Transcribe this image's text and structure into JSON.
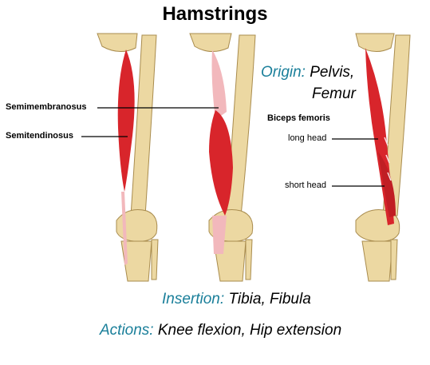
{
  "title": "Hamstrings",
  "labels": {
    "semimembranosus": "Semimembranosus",
    "semitendinosus": "Semitendinosus",
    "biceps_femoris": "Biceps femoris",
    "long_head": "long head",
    "short_head": "short head"
  },
  "origin": {
    "key": "Origin:",
    "value_line1": "Pelvis,",
    "value_line2": "Femur"
  },
  "insertion": {
    "key": "Insertion:",
    "value": "Tibia, Fibula"
  },
  "actions": {
    "key": "Actions:",
    "value": "Knee flexion, Hip extension"
  },
  "colors": {
    "caption_key": "#1a7f9a",
    "muscle": "#d8252b",
    "muscle_pale": "#f2b8bc",
    "bone": "#ecd8a2",
    "bone_outline": "#a98c4e"
  }
}
